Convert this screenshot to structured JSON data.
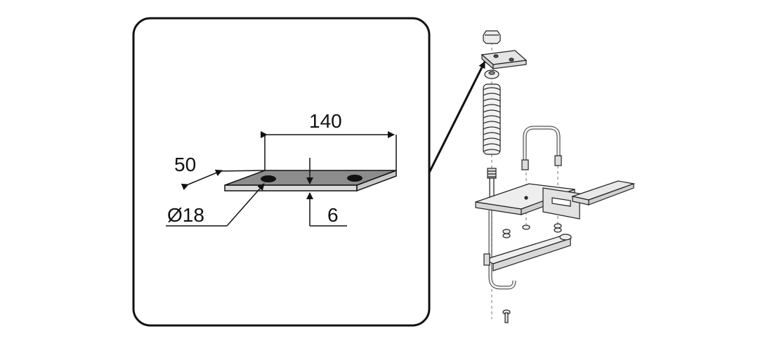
{
  "detail": {
    "length_label": "140",
    "width_label": "50",
    "hole_label": "Ø18",
    "thickness_label": "6"
  },
  "colors": {
    "plate_top": "#8c8c8c",
    "plate_edge": "#d8d8d8",
    "line": "#111111",
    "part_fill": "#ececec"
  }
}
